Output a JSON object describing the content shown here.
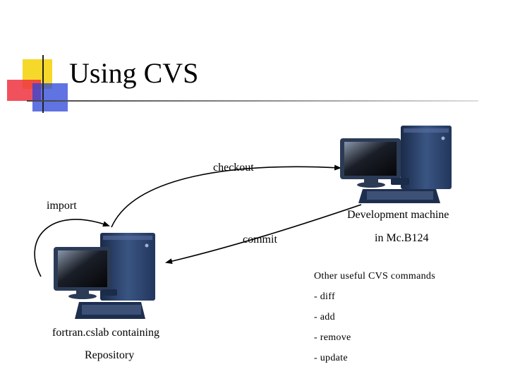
{
  "slide": {
    "title": "Using CVS"
  },
  "diagram": {
    "arrows": {
      "checkout": "checkout",
      "import": "import",
      "commit": "commit"
    },
    "dev_machine": {
      "line1": "Development machine",
      "line2": "in Mc.B124"
    },
    "repo_machine": {
      "line1": "fortran.cslab containing",
      "line2": "Repository"
    }
  },
  "commands": {
    "heading": "Other useful CVS commands",
    "items": [
      "- diff",
      "- add",
      "- remove",
      "- update"
    ]
  },
  "colors": {
    "accent_yellow": "#f5d829",
    "accent_red": "#ef3340",
    "accent_blue": "#2b44d8",
    "computer_body": "#2a3f66"
  }
}
